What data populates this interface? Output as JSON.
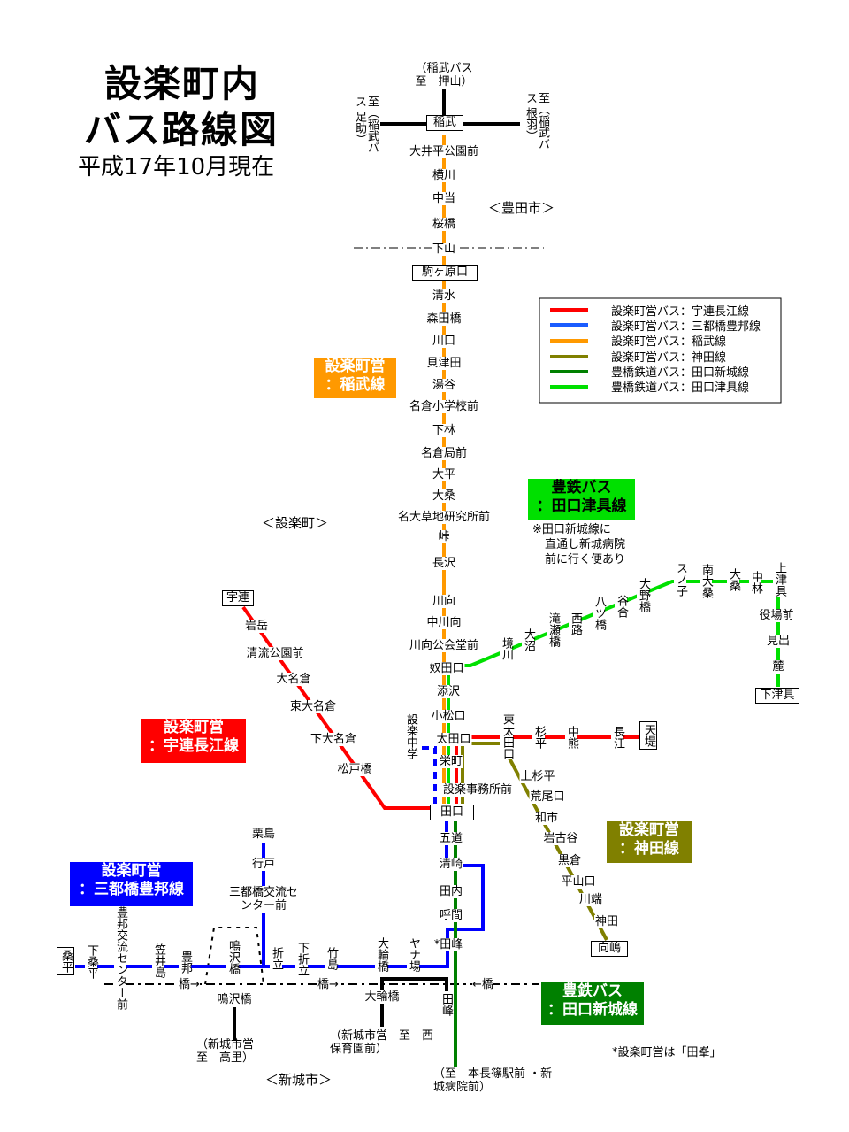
{
  "title": {
    "line1": "設楽町内",
    "line2": "バス路線図",
    "date": "平成17年10月現在"
  },
  "colors": {
    "ure": "#ff0000",
    "santo": "#0000ff",
    "inabu": "#ff9900",
    "kanda": "#808000",
    "shinshiro": "#008000",
    "tsugu": "#00e000"
  },
  "inabu_top": {
    "hub": "稲武",
    "north": "（稲武バス　至　押山）",
    "west": "至（稲武バス 足助）",
    "east": "至（稲武バス 根羽）"
  },
  "regions": {
    "toyota": "＜豊田市＞",
    "shitara": "＜設楽町＞",
    "shinshiro": "＜新城市＞"
  },
  "inabu_stops": [
    "大井平公園前",
    "横川",
    "中当",
    "桜橋",
    "下山",
    "駒ヶ原口",
    "清水",
    "森田橋",
    "川口",
    "貝津田",
    "湯谷",
    "名倉小学校前",
    "下林",
    "名倉局前",
    "大平",
    "大桑",
    "名大草地研究所前",
    "峠",
    "長沢",
    "川向",
    "中川向",
    "川向公会堂前",
    "奴田口",
    "添沢",
    "小松口",
    "太田口",
    "栄町",
    "設楽事務所前",
    "田口"
  ],
  "south_stops": [
    "五道",
    "清崎",
    "田内",
    "呼間",
    "*田峰"
  ],
  "ure_stops": [
    "宇連",
    "岩岳",
    "清流公園前",
    "大名倉",
    "東大名倉",
    "下大名倉",
    "松戸橋"
  ],
  "nagae_stops": [
    "東太田口",
    "杉平",
    "中熊",
    "長江",
    "天堤"
  ],
  "kanda_stops": [
    "上杉平",
    "荒尾口",
    "和市",
    "岩古谷",
    "黒倉",
    "平山口",
    "川端",
    "神田",
    "向嶋"
  ],
  "tsugu_stops": [
    "境川",
    "大沼",
    "滝瀬橋",
    "西路",
    "八ツ橋",
    "谷合",
    "大野橋",
    "スノ子",
    "南大桑",
    "大桑",
    "中林",
    "上津具",
    "役場前",
    "見出",
    "麓",
    "下津具"
  ],
  "santo_stops": [
    "栗島",
    "行戸",
    "三都橋交流センター前",
    "桑平",
    "下桑平",
    "豊邦交流センター前",
    "笠井島",
    "豊邦",
    "鳴沢橋",
    "折立",
    "下折立",
    "竹島",
    "大輪橋",
    "ヤナ場",
    "設楽中学"
  ],
  "shinshiro": {
    "narusawa": "鳴沢橋",
    "takasato": "（新城市営　至　高里）",
    "owa": "大輪橋",
    "nishi": "（新城市営　至　西保育園前）",
    "tamine": "田峰",
    "honnaga": "（至　本長篠駅前 ・新城病院前）",
    "bridge1": "橋→",
    "bridge2": "橋→",
    "bridge3": "←橋"
  },
  "route_labels": {
    "inabu": [
      "設楽町営",
      "：稲武線"
    ],
    "tsugu": [
      "豊鉄バス",
      "：田口津具線"
    ],
    "ure": [
      "設楽町営",
      "：宇連長江線"
    ],
    "kanda": [
      "設楽町営",
      "：神田線"
    ],
    "santo": [
      "設楽町営",
      "：三都橋豊邦線"
    ],
    "shinshiro": [
      "豊鉄バス",
      "：田口新城線"
    ]
  },
  "note_tsugu": [
    "※田口新城線に",
    "直通し新城病院",
    "前に行く便あり"
  ],
  "note_tamine": "*設楽町営は「田峯」",
  "legend": [
    "設楽町営バス：宇連長江線",
    "設楽町営バス：三都橋豊邦線",
    "設楽町営バス：稲武線",
    "設楽町営バス：神田線",
    "豊橋鉄道バス：田口新城線",
    "豊橋鉄道バス：田口津具線"
  ]
}
